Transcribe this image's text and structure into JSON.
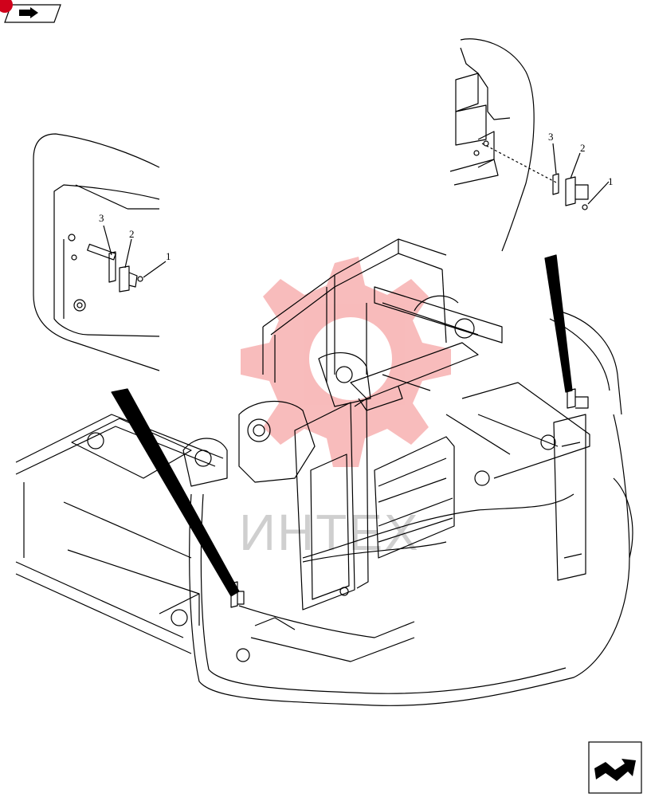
{
  "watermark": {
    "text": "ИНТЕХ",
    "gear_color": "#f06b6b",
    "text_color": "#cfcfcf"
  },
  "nav": {
    "prev_icon": "arrow-left-icon",
    "next_icon": "arrow-right-icon",
    "indicator_color": "#d0021b"
  },
  "callouts": {
    "left": [
      "1",
      "2",
      "3"
    ],
    "right": [
      "1",
      "2",
      "3"
    ]
  }
}
